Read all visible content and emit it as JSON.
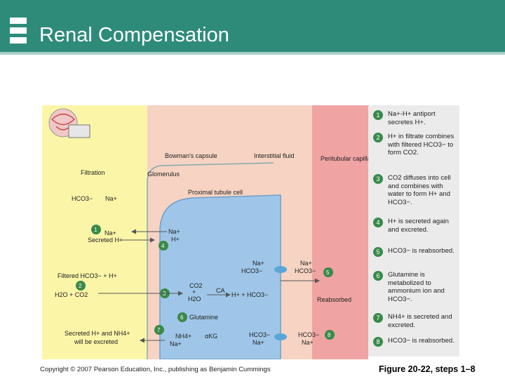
{
  "header": {
    "title": "Renal Compensation"
  },
  "diagram": {
    "bowmans_capsule": "Bowman's capsule",
    "interstitial_fluid": "Interstitial fluid",
    "peritubular_capillary": "Peritubular capillary",
    "filtration": "Filtration",
    "glomerulus": "Glomerulus",
    "hco3": "HCO3−",
    "na": "Na+",
    "proximal_tubule_cell": "Proximal tubule cell",
    "step1_label": "Na+",
    "secreted_h": "Secreted H+",
    "na_apical": "Na+",
    "h_apical": "H+",
    "na_baso": "Na+",
    "hco3_baso": "HCO3−",
    "na_cap": "Na+",
    "hco3_cap": "HCO3−",
    "filtered_hco3": "Filtered HCO3− + H+",
    "h2o_co2": "H2O + CO2",
    "co2": "CO2",
    "plus": "+",
    "h2o": "H2O",
    "ca": "CA",
    "h_hco3": "H+ + HCO3−",
    "reabsorbed": "Reabsorbed",
    "glutamine": "Glutamine",
    "secreted_h_nh4": "Secreted H+ and NH4+",
    "will_be_excreted": "will be excreted",
    "nh4": "NH4+",
    "na_lower": "Na+",
    "alpha_kg": "αKG",
    "hco3_lower": "HCO3−",
    "na_lower2": "Na+",
    "hco3_out": "HCO3−",
    "na_out": "Na+",
    "num1": "1",
    "num2": "2",
    "num3": "3",
    "num4": "4",
    "num5": "5",
    "num6": "6",
    "num7": "7",
    "num8": "8"
  },
  "steps": [
    {
      "num": "1",
      "text": "Na+-H+ antiport secretes H+."
    },
    {
      "num": "2",
      "text": "H+ in filtrate combines with filtered HCO3− to form CO2."
    },
    {
      "num": "3",
      "text": "CO2 diffuses into cell and combines with water to form H+ and HCO3−."
    },
    {
      "num": "4",
      "text": "H+ is secreted again and excreted."
    },
    {
      "num": "5",
      "text": "HCO3− is reabsorbed."
    },
    {
      "num": "6",
      "text": "Glutamine is metabolized to ammonium ion and HCO3−."
    },
    {
      "num": "7",
      "text": "NH4+ is secreted and excreted."
    },
    {
      "num": "8",
      "text": "HCO3− is reabsorbed."
    }
  ],
  "footer": {
    "copyright": "Copyright © 2007 Pearson Education, Inc., publishing as Benjamin Cummings",
    "figure": "Figure 20-22, steps 1–8"
  },
  "colors": {
    "header": "#2e8b7a",
    "filtrate": "#fbf5a8",
    "interstitial": "#f6d3c3",
    "cell": "#9fc6e8",
    "capillary": "#f0a3a3",
    "step_marker": "#3a8a4a",
    "transporter": "#5aa6d8"
  }
}
